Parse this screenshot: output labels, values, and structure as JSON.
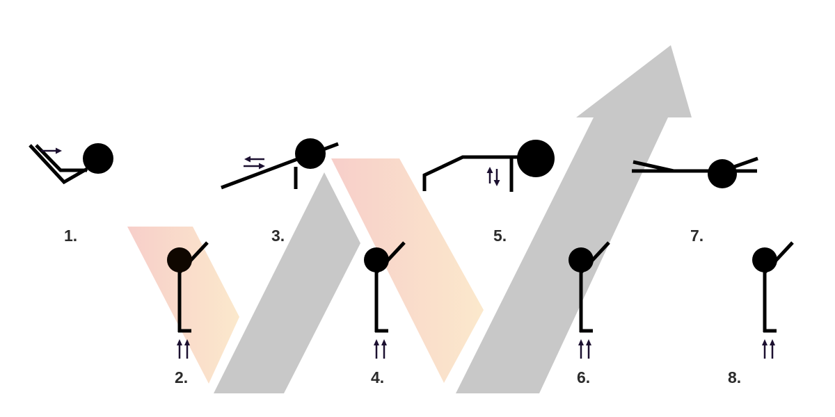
{
  "steps": [
    {
      "label": "1.",
      "figure": "hands-and-feet-on-floor"
    },
    {
      "label": "2.",
      "figure": "standing-arm-raised"
    },
    {
      "label": "3.",
      "figure": "inclined-plank"
    },
    {
      "label": "4.",
      "figure": "standing-arm-raised"
    },
    {
      "label": "5.",
      "figure": "bridge"
    },
    {
      "label": "6.",
      "figure": "standing-arm-raised"
    },
    {
      "label": "7.",
      "figure": "lying-horizontal"
    },
    {
      "label": "8.",
      "figure": "standing-arm-raised"
    }
  ],
  "colors": {
    "figure": "#000000",
    "label": "#2b2b2b",
    "motion_arrow": "#1c1030",
    "gray_arrow": "#c8c8c8",
    "band_start": "#f6c9c4",
    "band_end": "#fbe6c6"
  },
  "icons": {
    "push_arrow": "right-arrow",
    "slide_arrows": "left-right-arrows",
    "lift_arrows": "up-down-arrows",
    "jump_arrows": "double-up-arrows"
  }
}
